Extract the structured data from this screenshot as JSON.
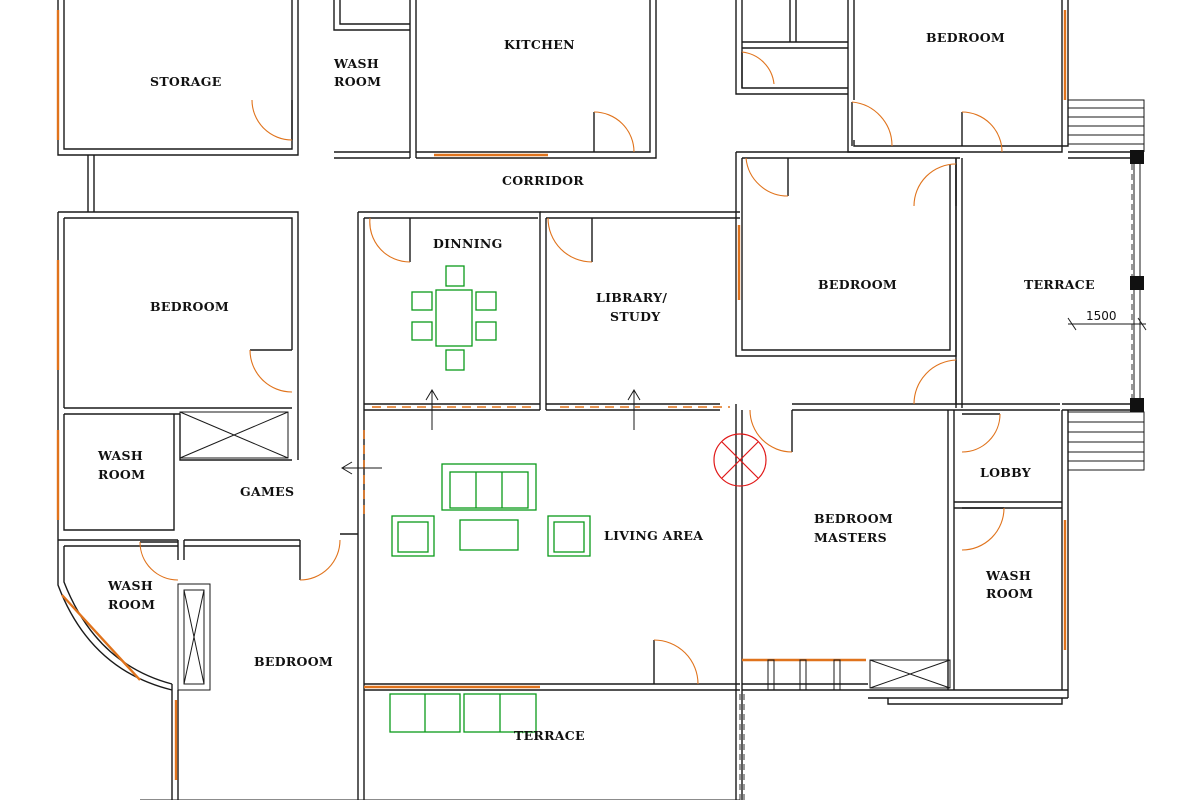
{
  "rooms": {
    "storage": "STORAGE",
    "washroom_top_l1": "WASH",
    "washroom_top_l2": "ROOM",
    "kitchen": "KITCHEN",
    "bedroom_top_right": "BEDROOM",
    "corridor": "CORRIDOR",
    "dinning": "DINNING",
    "library_l1": "LIBRARY/",
    "library_l2": "STUDY",
    "bedroom_left": "BEDROOM",
    "bedroom_center_right": "BEDROOM",
    "terrace_right": "TERRACE",
    "washroom_left_l1": "WASH",
    "washroom_left_l2": "ROOM",
    "games": "GAMES",
    "living_area": "LIVING AREA",
    "bedroom_masters_l1": "BEDROOM",
    "bedroom_masters_l2": "MASTERS",
    "lobby": "LOBBY",
    "washroom_right_l1": "WASH",
    "washroom_right_l2": "ROOM",
    "washroom_lower_l1": "WASH",
    "washroom_lower_l2": "ROOM",
    "bedroom_bottom_left": "BEDROOM",
    "terrace_bottom": "TERRACE"
  },
  "dimension": "1500",
  "colors": {
    "walls": "#1a1a1a",
    "doors_windows": "#e0731c",
    "furniture": "#0a9a1a",
    "fixture_marker": "#e01818"
  }
}
